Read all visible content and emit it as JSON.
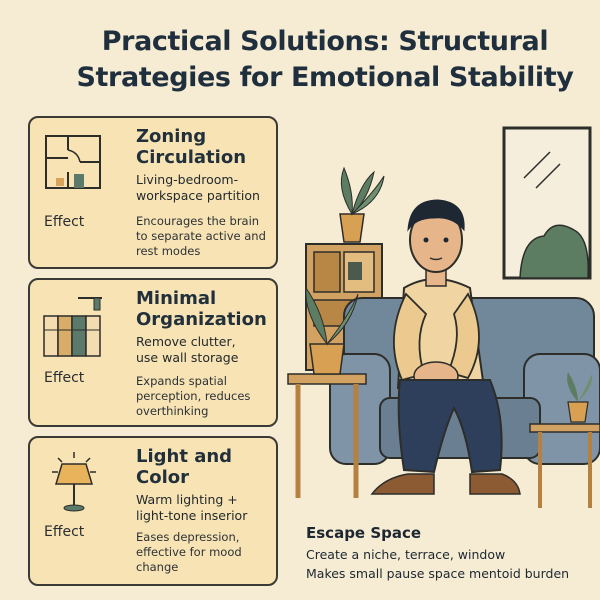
{
  "title_line1": "Practical Solutions: Structural",
  "title_line2": "Strategies for Emotional Stability",
  "cards": [
    {
      "icon": "floorplan-icon",
      "heading": [
        "Zoning",
        "Circulation"
      ],
      "desc": [
        "Living-bedroom-",
        "workspace partition"
      ],
      "effect_label": "Effect",
      "effect": [
        "Encourages the brain",
        "to separate active and",
        "rest modes"
      ]
    },
    {
      "icon": "storage-shelves-icon",
      "heading": [
        "Minimal",
        "Organization"
      ],
      "desc": [
        "Remove clutter,",
        "use wall storage"
      ],
      "effect_label": "Effect",
      "effect": [
        "Expands spatial",
        "perception, reduces",
        "overthinking"
      ]
    },
    {
      "icon": "lamp-icon",
      "heading": [
        "Light and",
        "Color"
      ],
      "desc": [
        "Warm lighting +",
        "light-tone inserior"
      ],
      "effect_label": "Effect",
      "effect": [
        "Eases depression,",
        "effective for mood",
        "change"
      ]
    }
  ],
  "escape": {
    "title": "Escape Space",
    "line1": "Create a niche, terrace, window",
    "line2": "Makes small pause space mentoid burden"
  },
  "colors": {
    "background": "#f6ecd4",
    "card": "#f7e3b3",
    "sofa": "#71879a",
    "shirt": "#f0d5a2",
    "jeans": "#2e3f5c"
  }
}
